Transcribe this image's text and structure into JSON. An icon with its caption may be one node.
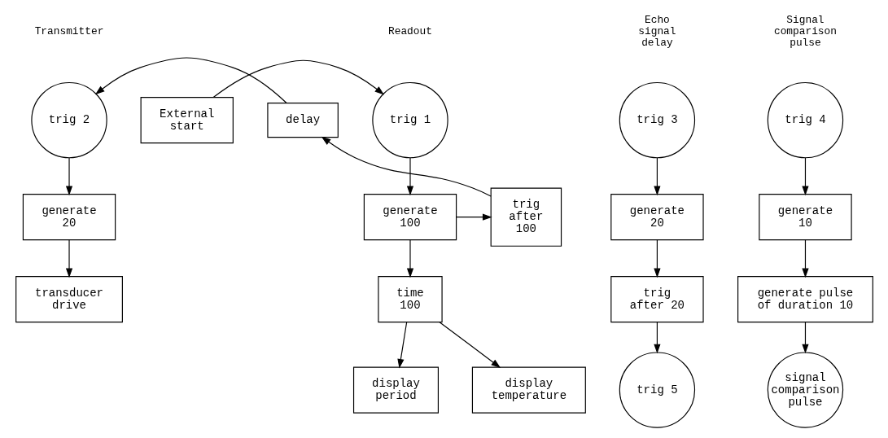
{
  "diagram": {
    "nodes": [
      {
        "text": [
          "External start"
        ]
      },
      {
        "text": [
          "trig 1"
        ]
      },
      {
        "text": [
          "generate 100"
        ]
      },
      {
        "text": [
          "trig after 100"
        ]
      },
      {
        "text": [
          "delay"
        ]
      },
      {
        "text": [
          "time 100"
        ]
      },
      {
        "text": [
          "display period"
        ]
      },
      {
        "text": [
          "display temperature"
        ]
      },
      {
        "text": [
          "trig 2"
        ]
      },
      {
        "text": [
          "generate 20"
        ]
      },
      {
        "text": [
          "transducer drive"
        ]
      },
      {
        "text": [
          "trig 3"
        ]
      },
      {
        "text": [
          "generate 20"
        ]
      },
      {
        "text": [
          "trig after 20"
        ]
      },
      {
        "text": [
          "trig 5"
        ]
      },
      {
        "text": [
          "trig 4"
        ]
      },
      {
        "text": [
          "generate 10"
        ]
      },
      {
        "text": [
          "generate pulse of duration 10"
        ]
      },
      {
        "text": [
          "signal comparison pulse"
        ]
      }
    ],
    "edges": [
      {
        "from": 0,
        "to": 1,
        "arrow": "to"
      },
      {
        "from": 1,
        "to": 2,
        "arrow": "to"
      },
      {
        "from": 2,
        "to": 5,
        "arrow": "to"
      },
      {
        "from": 2,
        "to": 3,
        "arrow": "to"
      },
      {
        "from": 3,
        "to": 4,
        "arrow": "to"
      },
      {
        "from": 4,
        "to": 8,
        "arrow": "to"
      },
      {
        "from": 5,
        "to": 6,
        "arrow": "to"
      },
      {
        "from": 5,
        "to": 7,
        "arrow": "to"
      },
      {
        "from": 8,
        "to": 9,
        "arrow": "to"
      },
      {
        "from": 9,
        "to": 10,
        "arrow": "to"
      },
      {
        "from": 11,
        "to": 12,
        "arrow": "to"
      },
      {
        "from": 12,
        "to": 13,
        "arrow": "to"
      },
      {
        "from": 13,
        "to": 14,
        "arrow": "to"
      },
      {
        "from": 15,
        "to": 16,
        "arrow": "to"
      },
      {
        "from": 16,
        "to": 17,
        "arrow": "to"
      },
      {
        "from": 17,
        "to": 18,
        "arrow": "to"
      }
    ],
    "labels": [
      "Readout",
      "Transmitter",
      "Echo signal delay",
      "Signal comparison pulse"
    ]
  }
}
